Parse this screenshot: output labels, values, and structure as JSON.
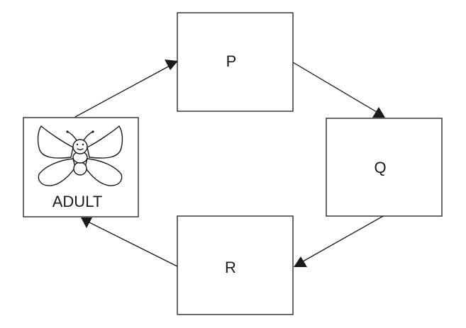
{
  "diagram": {
    "stages": [
      {
        "id": "adult",
        "label": "ADULT",
        "icon": "butterfly-icon"
      },
      {
        "id": "p",
        "label": "P"
      },
      {
        "id": "q",
        "label": "Q"
      },
      {
        "id": "r",
        "label": "R"
      }
    ],
    "cycle": [
      "adult",
      "p",
      "q",
      "r",
      "adult"
    ],
    "colors": {
      "stroke": "#1a1a1a",
      "fill": "#ffffff"
    }
  }
}
